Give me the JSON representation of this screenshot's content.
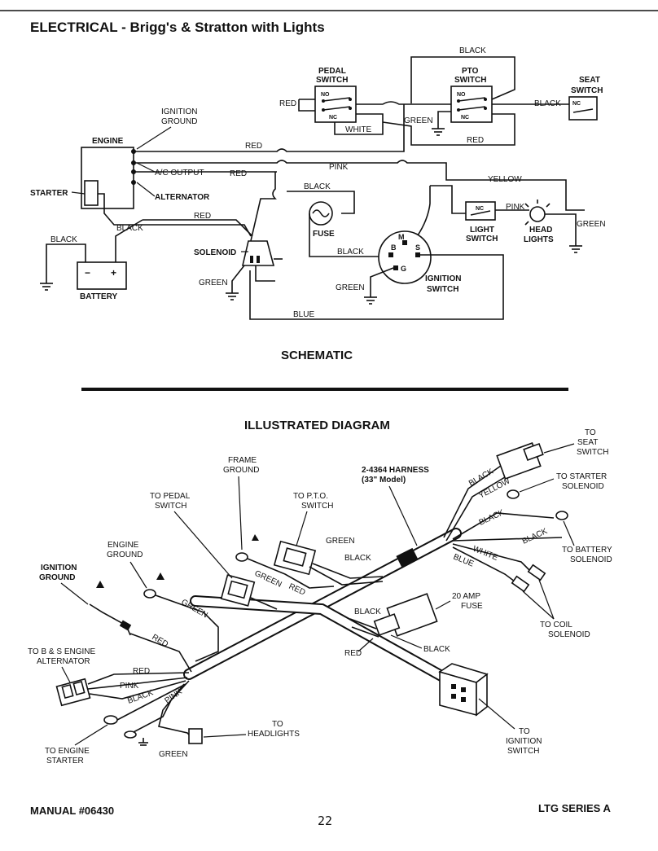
{
  "page": {
    "title": "ELECTRICAL - Brigg's & Stratton with Lights",
    "schematic_caption": "SCHEMATIC",
    "diagram_heading": "ILLUSTRATED DIAGRAM",
    "manual_number": "MANUAL #06430",
    "page_number": "22",
    "series": "LTG SERIES A"
  },
  "schematic": {
    "components": {
      "engine": "ENGINE",
      "starter": "STARTER",
      "battery": "BATTERY",
      "solenoid": "SOLENOID",
      "fuse": "FUSE",
      "pedal_switch": [
        "PEDAL",
        "SWITCH"
      ],
      "pto_switch": [
        "PTO",
        "SWITCH"
      ],
      "seat_switch": [
        "SEAT",
        "SWITCH"
      ],
      "light_switch": [
        "LIGHT",
        "SWITCH"
      ],
      "head_lights": [
        "HEAD",
        "LIGHTS"
      ],
      "ignition_switch": [
        "IGNITION",
        "SWITCH"
      ],
      "ignition_ground": [
        "IGNITION",
        "GROUND"
      ],
      "ac_output": "A/C OUTPUT",
      "alternator": "ALTERNATOR",
      "nc": "NC",
      "no": "NO",
      "terminal_m": "M",
      "terminal_b": "B",
      "terminal_s": "S",
      "terminal_g": "G",
      "battery_minus": "−",
      "battery_plus": "+"
    },
    "wires": {
      "black_top": "BLACK",
      "red_pedal": "RED",
      "black_seat": "BLACK",
      "green_pto": "GREEN",
      "white": "WHITE",
      "red_pto": "RED",
      "red_engine": "RED",
      "red_ac": "RED",
      "pink": "PINK",
      "yellow": "YELLOW",
      "black_fuse": "BLACK",
      "red_solenoid": "RED",
      "black_starter": "BLACK",
      "black_battery": "BLACK",
      "pink_light": "PINK",
      "green_light": "GREEN",
      "black_ign": "BLACK",
      "green_solenoid": "GREEN",
      "green_ign": "GREEN",
      "blue": "BLUE"
    }
  },
  "illustrated": {
    "callouts": {
      "seat_switch": [
        "TO",
        "SEAT",
        "SWITCH"
      ],
      "starter_solenoid": [
        "TO STARTER",
        "SOLENOID"
      ],
      "battery_solenoid": [
        "TO BATTERY",
        "SOLENOID"
      ],
      "coil_solenoid": [
        "TO COIL",
        "SOLENOID"
      ],
      "harness": [
        "2-4364 HARNESS",
        "(33\" Model)"
      ],
      "frame_ground": [
        "FRAME",
        "GROUND"
      ],
      "pedal_switch": [
        "TO PEDAL",
        "SWITCH"
      ],
      "pto_switch": [
        "TO P.T.O.",
        "SWITCH"
      ],
      "engine_ground": [
        "ENGINE",
        "GROUND"
      ],
      "ignition_ground": [
        "IGNITION",
        "GROUND"
      ],
      "fuse": [
        "20 AMP",
        "FUSE"
      ],
      "alternator": [
        "TO B & S  ENGINE",
        "ALTERNATOR"
      ],
      "headlights": [
        "TO",
        "HEADLIGHTS"
      ],
      "engine_starter": [
        "TO ENGINE",
        "STARTER"
      ],
      "ignition_switch": [
        "TO",
        "IGNITION",
        "SWITCH"
      ]
    },
    "wires": {
      "black_seat": "BLACK",
      "yellow": "YELLOW",
      "black_starter": "BLACK",
      "black_battery": "BLACK",
      "white": "WHITE",
      "blue": "BLUE",
      "green_pto": "GREEN",
      "black_pto": "BLACK",
      "green_pedal": "GREEN",
      "red_pedal": "RED",
      "green_engine": "GREEN",
      "red_ignition": "RED",
      "black_fuse": "BLACK",
      "red_fuse": "RED",
      "black_fuse_out": "BLACK",
      "red_alt": "RED",
      "pink_alt": "PINK",
      "black_alt": "BLACK",
      "pink_head": "PINK",
      "green_head": "GREEN"
    }
  }
}
